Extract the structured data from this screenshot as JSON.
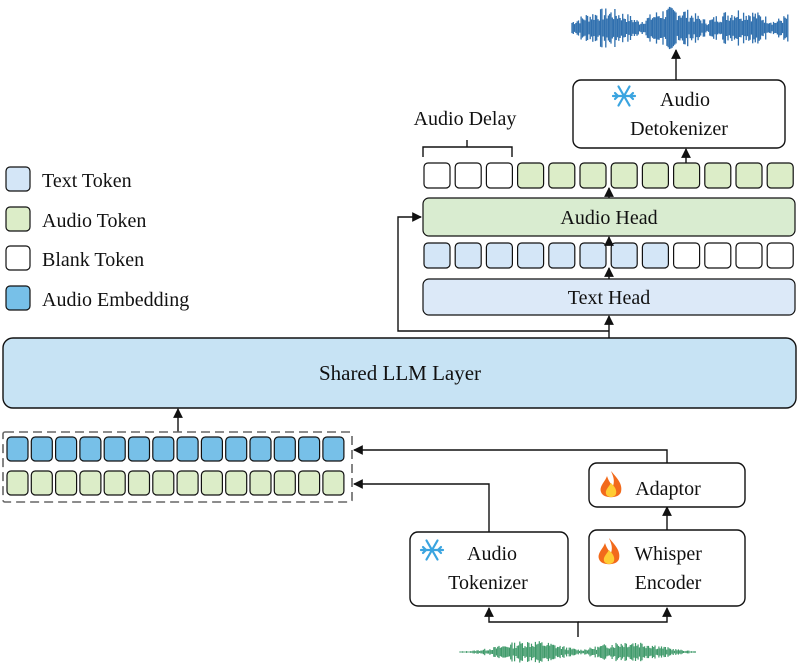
{
  "legend": {
    "items": [
      {
        "label": "Text Token",
        "color": "#d4e6f7"
      },
      {
        "label": "Audio Token",
        "color": "#dcedc8"
      },
      {
        "label": "Blank Token",
        "color": "#ffffff"
      },
      {
        "label": "Audio Embedding",
        "color": "#77c0e8"
      }
    ]
  },
  "blocks": {
    "audio_detokenizer": {
      "line1": "Audio",
      "line2": "Detokenizer",
      "icon": "snowflake-icon"
    },
    "audio_delay": "Audio Delay",
    "audio_head": "Audio Head",
    "text_head": "Text Head",
    "shared_llm": "Shared LLM Layer",
    "adaptor": {
      "label": "Adaptor",
      "icon": "fire-icon"
    },
    "audio_tokenizer": {
      "line1": "Audio",
      "line2": "Tokenizer",
      "icon": "snowflake-icon"
    },
    "whisper_encoder": {
      "line1": "Whisper",
      "line2": "Encoder",
      "icon": "fire-icon"
    }
  },
  "token_rows": {
    "audio_head_output": [
      "blank",
      "blank",
      "blank",
      "audio",
      "audio",
      "audio",
      "audio",
      "audio",
      "audio",
      "audio",
      "audio",
      "audio"
    ],
    "text_head_output": [
      "text",
      "text",
      "text",
      "text",
      "text",
      "text",
      "text",
      "text",
      "blank",
      "blank",
      "blank",
      "blank"
    ],
    "input_embeddings": [
      "embed",
      "embed",
      "embed",
      "embed",
      "embed",
      "embed",
      "embed",
      "embed",
      "embed",
      "embed",
      "embed",
      "embed",
      "embed",
      "embed"
    ],
    "input_audio": [
      "audio",
      "audio",
      "audio",
      "audio",
      "audio",
      "audio",
      "audio",
      "audio",
      "audio",
      "audio",
      "audio",
      "audio",
      "audio",
      "audio"
    ]
  },
  "colors": {
    "text_token": "#d4e6f7",
    "audio_token": "#dcedc8",
    "blank_token": "#ffffff",
    "audio_embedding": "#77c0e8",
    "llm_fill": "#c7e3f4",
    "head_text_fill": "#dce9f8",
    "head_audio_fill": "#d9ecd0",
    "output_wave": "#2f6fae",
    "input_wave": "#3f9a6a"
  }
}
